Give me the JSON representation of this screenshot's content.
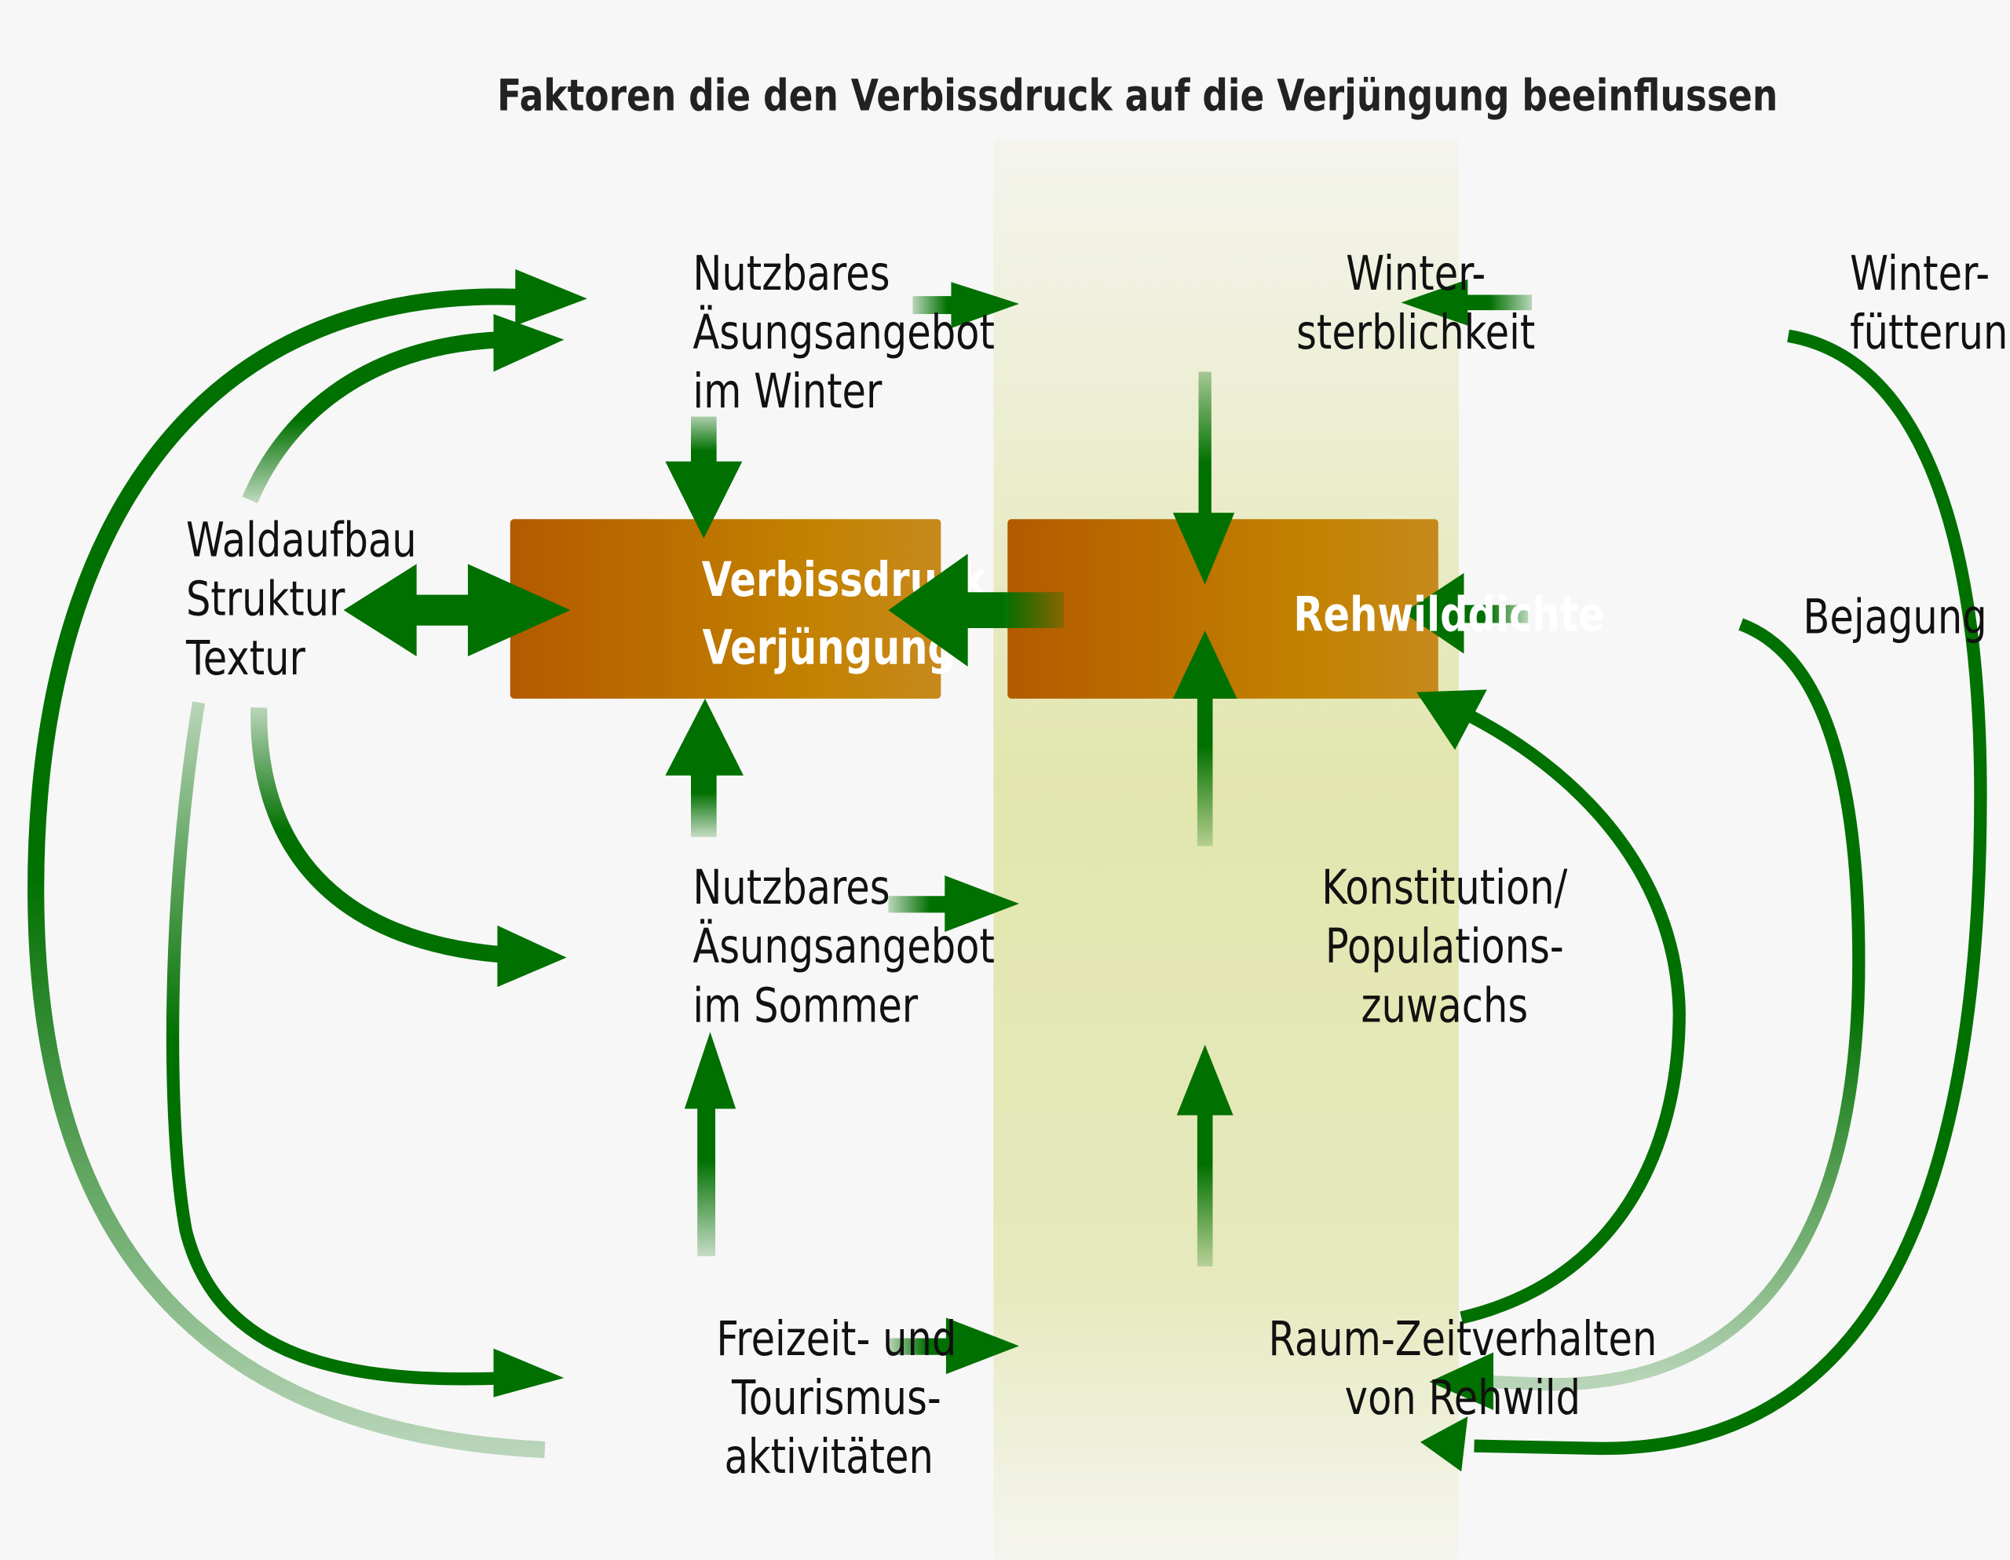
{
  "title": "Faktoren die den Verbissdruck auf die Verjüngung beeinflussen",
  "colors": {
    "arrow": "#007000",
    "box_left": "#b55d00",
    "box_right": "#c4861a",
    "band": "#e2e6b0",
    "background": "#f7f7f7"
  },
  "nodes": {
    "winter_food": [
      "Nutzbares",
      "Äsungsangebot",
      "im Winter"
    ],
    "winter_mortality": [
      "Winter-",
      "sterblichkeit"
    ],
    "winter_feeding": [
      "Winter-",
      "fütterung"
    ],
    "forest_structure": [
      "Waldaufbau",
      "Struktur",
      "Textur"
    ],
    "browsing_pressure": [
      "Verbissdruck",
      "Verjüngung"
    ],
    "deer_density": [
      "Rehwilddichte"
    ],
    "hunting": [
      "Bejagung"
    ],
    "summer_food": [
      "Nutzbares",
      "Äsungsangebot",
      "im Sommer"
    ],
    "constitution": [
      "Konstitution/",
      "Populations-",
      "zuwachs"
    ],
    "tourism": [
      "Freizeit- und",
      "Tourismus-",
      "aktivitäten"
    ],
    "behaviour": [
      "Raum-Zeitverhalten",
      "von Rehwild"
    ]
  },
  "edges": [
    {
      "from": "winter_food",
      "to": "winter_mortality"
    },
    {
      "from": "winter_feeding",
      "to": "winter_mortality"
    },
    {
      "from": "winter_food",
      "to": "browsing_pressure"
    },
    {
      "from": "winter_mortality",
      "to": "deer_density"
    },
    {
      "from": "forest_structure",
      "to": "browsing_pressure",
      "bidirectional": true
    },
    {
      "from": "deer_density",
      "to": "browsing_pressure"
    },
    {
      "from": "hunting",
      "to": "deer_density"
    },
    {
      "from": "summer_food",
      "to": "browsing_pressure"
    },
    {
      "from": "constitution",
      "to": "deer_density"
    },
    {
      "from": "summer_food",
      "to": "constitution"
    },
    {
      "from": "tourism",
      "to": "summer_food"
    },
    {
      "from": "behaviour",
      "to": "constitution"
    },
    {
      "from": "tourism",
      "to": "behaviour"
    },
    {
      "from": "forest_structure",
      "to": "winter_food"
    },
    {
      "from": "forest_structure",
      "to": "summer_food"
    },
    {
      "from": "forest_structure",
      "to": "tourism"
    },
    {
      "from": "tourism",
      "to": "winter_food"
    },
    {
      "from": "behaviour",
      "to": "deer_density"
    },
    {
      "from": "winter_feeding",
      "to": "behaviour"
    },
    {
      "from": "hunting",
      "to": "behaviour"
    }
  ]
}
